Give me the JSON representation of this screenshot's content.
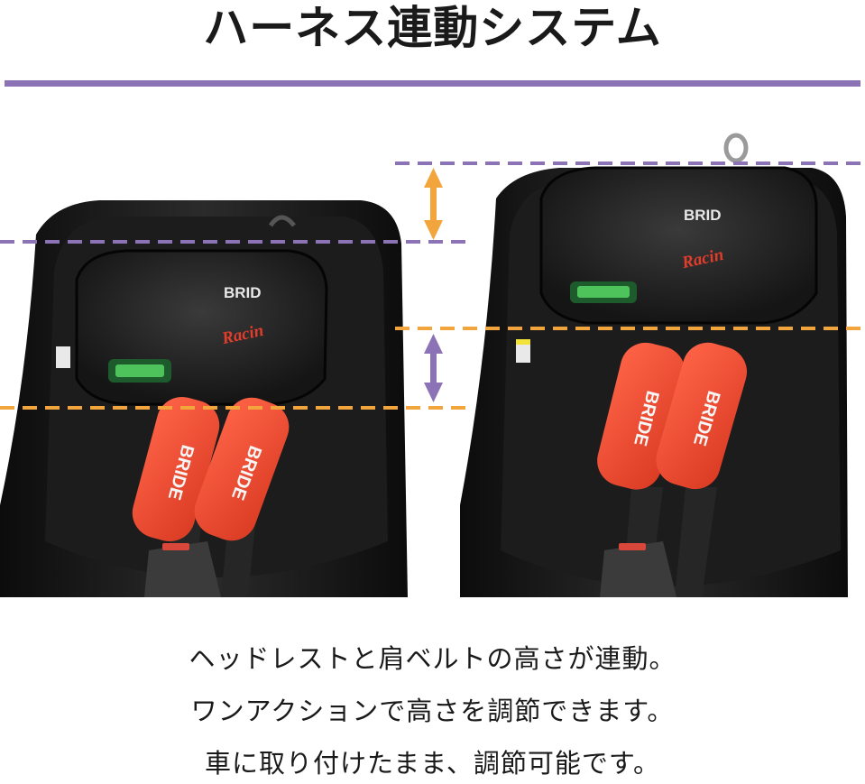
{
  "title": "ハーネス連動システム",
  "colors": {
    "purple": "#8c73b5",
    "orange": "#f2a53c",
    "harness_pad": "#ee4a32",
    "seat": "#141414"
  },
  "seats": [
    {
      "brand": "BRID",
      "script": "Racin",
      "pad_text": "BRIDE"
    },
    {
      "brand": "BRID",
      "script": "Racin",
      "pad_text": "BRIDE"
    }
  ],
  "captions": [
    "ヘッドレストと肩ベルトの高さが連動。",
    "ワンアクションで高さを調節できます。",
    "車に取り付けたまま、調節可能です。"
  ]
}
